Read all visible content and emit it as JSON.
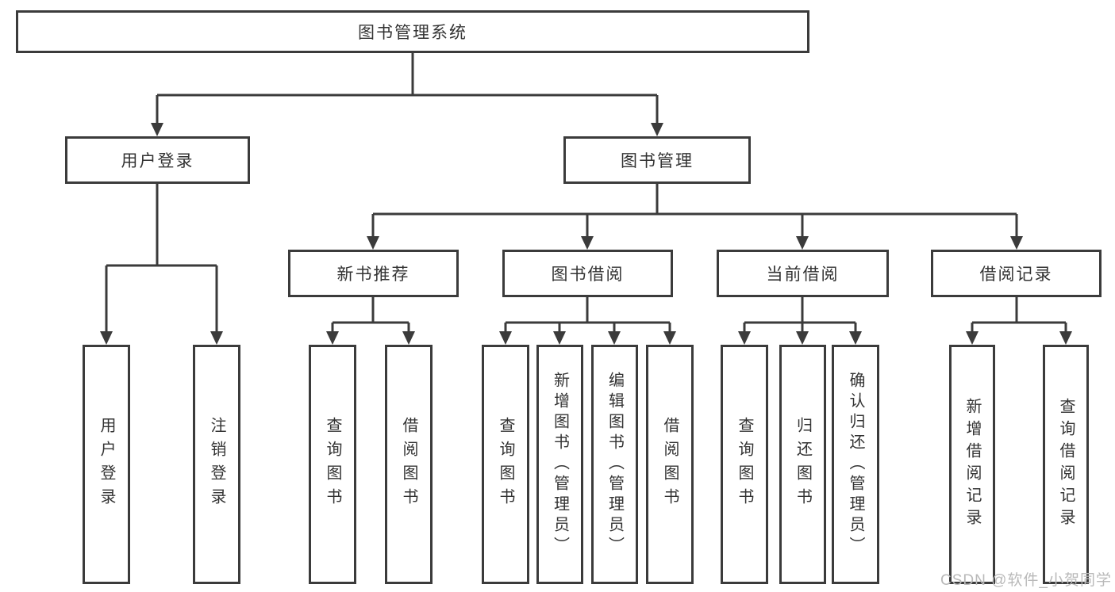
{
  "tree": {
    "label": "图书管理系统",
    "children": [
      {
        "label": "用户登录",
        "children": [
          {
            "label": "用户登录"
          },
          {
            "label": "注销登录"
          }
        ]
      },
      {
        "label": "图书管理",
        "children": [
          {
            "label": "新书推荐",
            "children": [
              {
                "label": "查询图书"
              },
              {
                "label": "借阅图书"
              }
            ]
          },
          {
            "label": "图书借阅",
            "children": [
              {
                "label": "查询图书"
              },
              {
                "label": "新增图书（管理员）"
              },
              {
                "label": "编辑图书（管理员）"
              },
              {
                "label": "借阅图书"
              }
            ]
          },
          {
            "label": "当前借阅",
            "children": [
              {
                "label": "查询图书"
              },
              {
                "label": "归还图书"
              },
              {
                "label": "确认归还（管理员）"
              }
            ]
          },
          {
            "label": "借阅记录",
            "children": [
              {
                "label": "新增借阅记录"
              },
              {
                "label": "查询借阅记录"
              }
            ]
          }
        ]
      }
    ]
  },
  "watermark": {
    "text": "CSDN @软件_小贺同学"
  },
  "colors": {
    "line": "#3b3b3b",
    "text": "#333333",
    "watermark": "#b9b9b9",
    "background": "#ffffff"
  }
}
